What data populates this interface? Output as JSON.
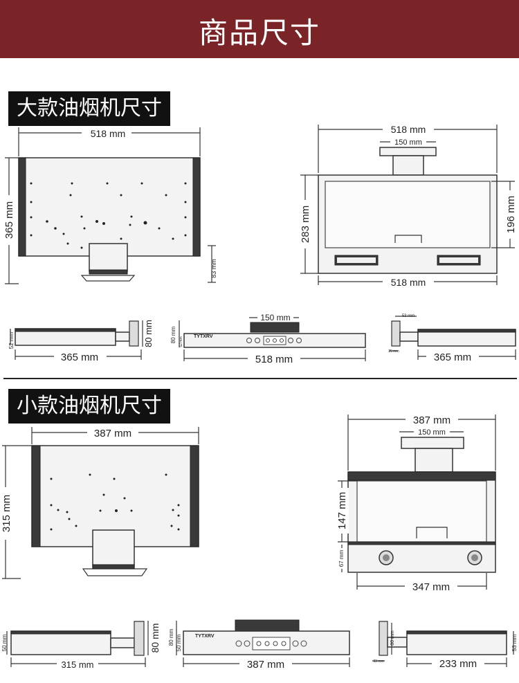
{
  "header": {
    "title": "商品尺寸"
  },
  "large": {
    "label": "大款油烟机尺寸",
    "top_width": "518 mm",
    "top_depth": "365 mm",
    "top_pipe_h": "83 mm",
    "front_width_top": "518 mm",
    "front_pipe": "150 mm",
    "front_height": "283 mm",
    "front_glass": "196 mm",
    "front_width_bottom": "518 mm",
    "side_l_h": "52 mm",
    "side_l_pipe": "80 mm",
    "side_l_depth": "365 mm",
    "panel_pipe": "150 mm",
    "panel_h1": "80 mm",
    "panel_h2": "52 mm",
    "panel_width": "518 mm",
    "side_r_pipe": "53 mm",
    "side_r_off": "25 mm",
    "side_r_depth": "365 mm",
    "brand": "TYTXRV"
  },
  "small": {
    "label": "小款油烟机尺寸",
    "top_width": "387 mm",
    "top_depth": "315 mm",
    "front_width_top": "387 mm",
    "front_pipe": "150 mm",
    "front_glass": "147 mm",
    "front_lower": "67 mm",
    "front_width_bottom": "347 mm",
    "side_l_h": "50 mm",
    "side_l_pipe": "80 mm",
    "side_l_depth": "315 mm",
    "panel_h1": "80 mm",
    "panel_h2": "50 mm",
    "panel_width": "387 mm",
    "side_r_pipe": "80 mm",
    "side_r_off": "33 mm",
    "side_r_h": "53 mm",
    "side_r_depth": "233 mm",
    "brand": "TYTXRV"
  }
}
